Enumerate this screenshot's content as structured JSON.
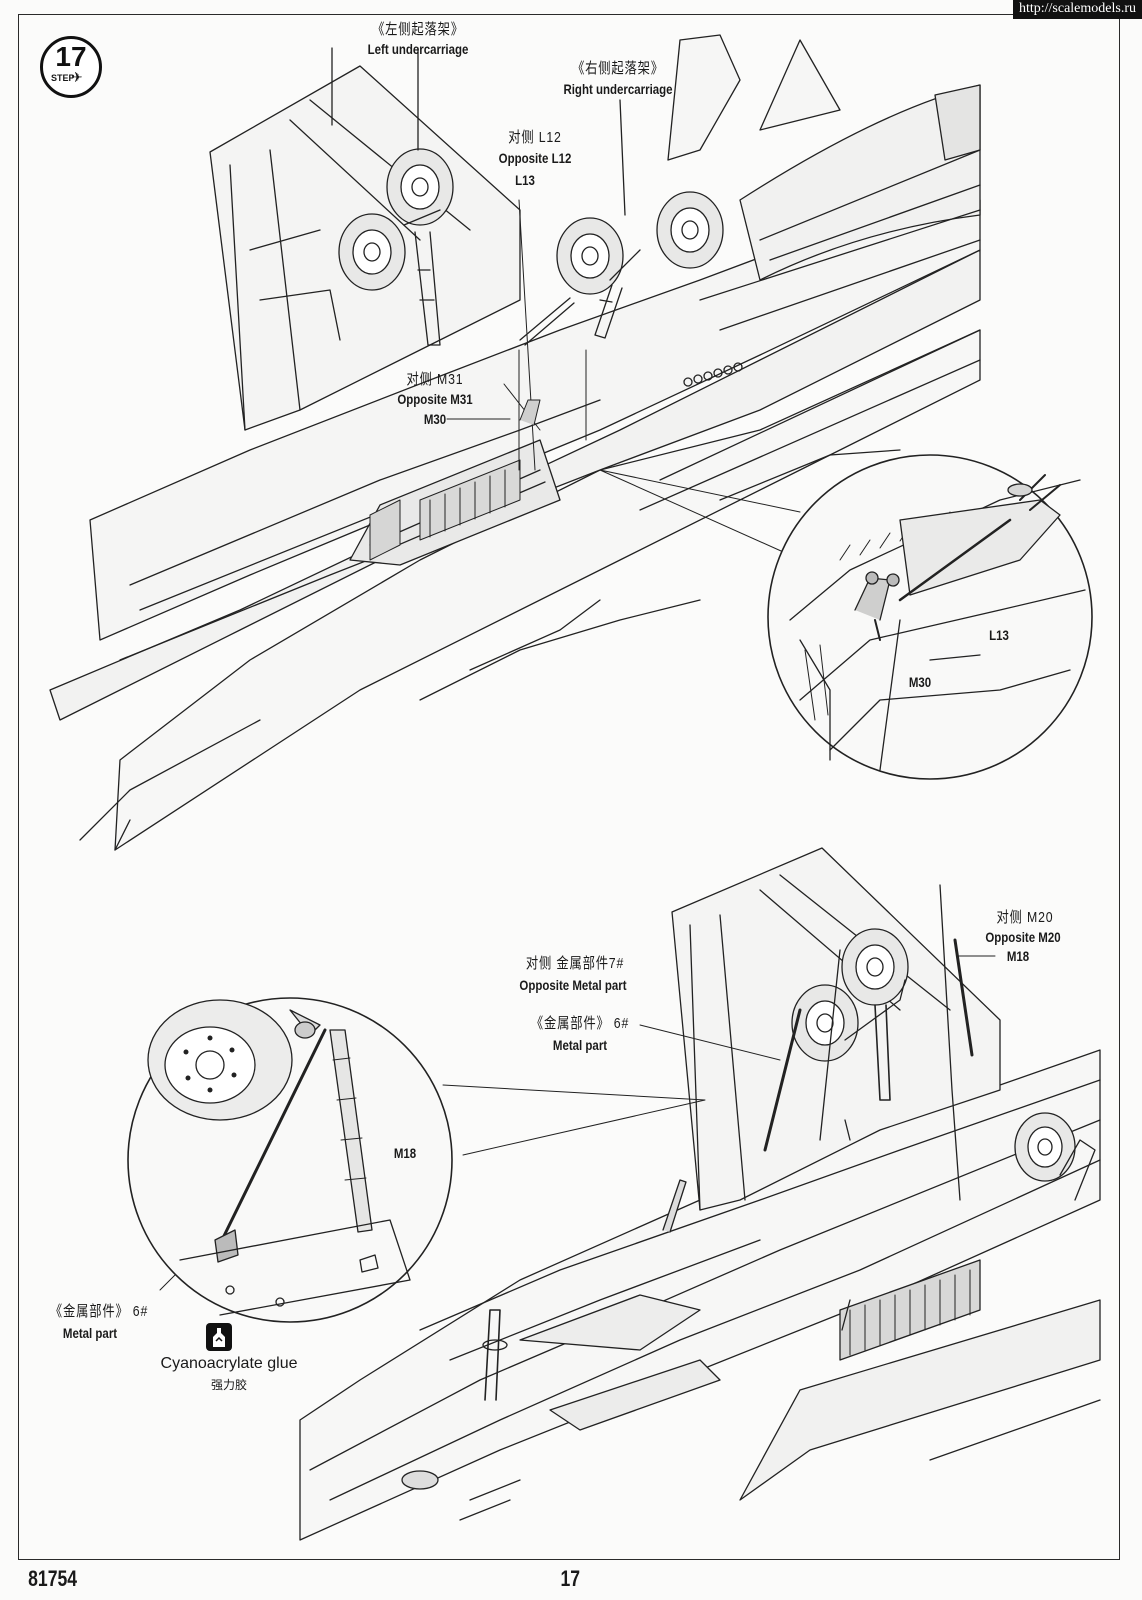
{
  "watermark": "http://scalemodels.ru",
  "step": {
    "number": "17",
    "word": "STEP"
  },
  "callouts_top": {
    "left_uc_cn": "《左侧起落架》",
    "left_uc_en": "Left undercarriage",
    "right_uc_cn": "《右侧起落架》",
    "right_uc_en": "Right undercarriage",
    "opp_l12_cn": "对侧 L12",
    "opp_l12_en": "Opposite L12",
    "l13": "L13",
    "opp_m31_cn": "对侧 M31",
    "opp_m31_en": "Opposite M31",
    "m30": "M30",
    "detail_l13": "L13",
    "detail_m30": "M30"
  },
  "callouts_bottom": {
    "opp_metal7_cn": "对侧 金属部件7#",
    "opp_metal7_en": "Opposite  Metal part",
    "metal6_cn": "《金属部件》 6#",
    "metal6_en": "Metal part",
    "opp_m20_cn": "对侧 M20",
    "opp_m20_en": "Opposite M20",
    "m18": "M18",
    "detail_m18": "M18",
    "detail_metal6_cn": "《金属部件》 6#",
    "detail_metal6_en": "Metal part"
  },
  "glue": {
    "en": "Cyanoacrylate glue",
    "cn": "强力胶",
    "icon": "glue-bottle-icon"
  },
  "footer": {
    "kit_number": "81754",
    "page_number": "17"
  }
}
